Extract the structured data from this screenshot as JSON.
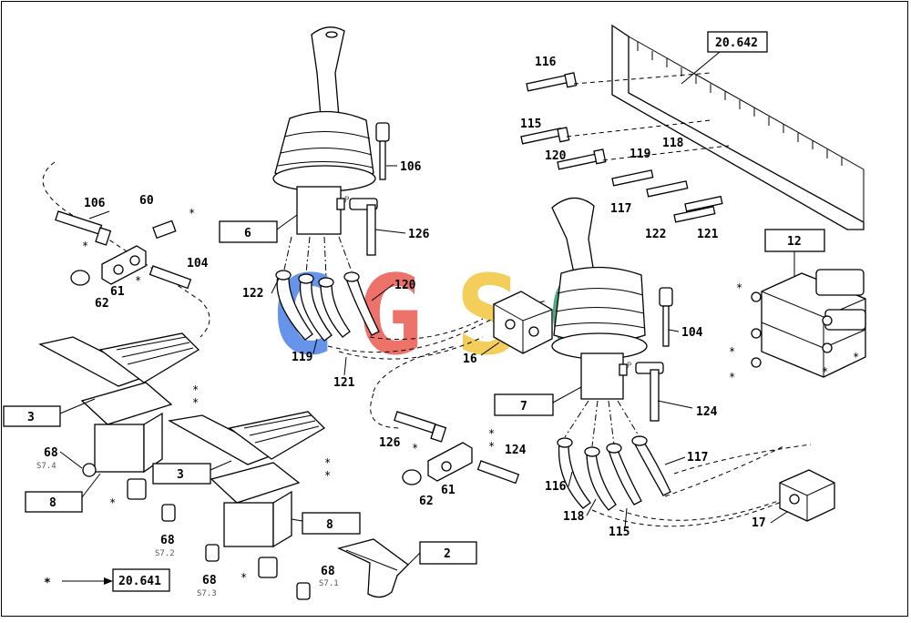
{
  "references": {
    "top_ref": "20.642",
    "legend_star": "*",
    "legend_ref": "20.641"
  },
  "assemblies": [
    "6",
    "7",
    "3",
    "3",
    "8",
    "8",
    "12",
    "2"
  ],
  "callouts": {
    "c106a": "106",
    "c106b": "106",
    "c104a": "104",
    "c104b": "104",
    "c60": "60",
    "c61a": "61",
    "c61b": "61",
    "c62a": "62",
    "c62b": "62",
    "c122a": "122",
    "c122b": "122",
    "c119a": "119",
    "c119b": "119",
    "c121a": "121",
    "c121b": "121",
    "c120a": "120",
    "c120b": "120",
    "c126a": "126",
    "c126b": "126",
    "c124a": "124",
    "c124b": "124",
    "c16": "16",
    "c17": "17",
    "c116a": "116",
    "c116b": "116",
    "c115a": "115",
    "c115b": "115",
    "c118a": "118",
    "c118b": "118",
    "c117a": "117",
    "c117b": "117",
    "c68a": "68",
    "c68b": "68",
    "c68c": "68",
    "c68d": "68"
  },
  "small_marks": {
    "s74": "S7.4",
    "s72": "S7.2",
    "s73": "S7.3",
    "s71": "S7.1",
    "p1": "P",
    "p2": "P"
  },
  "watermark": {
    "letters": [
      "C",
      "G",
      "S",
      "C"
    ],
    "colors": [
      "#4c82e8",
      "#ea5a4f",
      "#f3c63f",
      "#2f9a6a"
    ]
  }
}
